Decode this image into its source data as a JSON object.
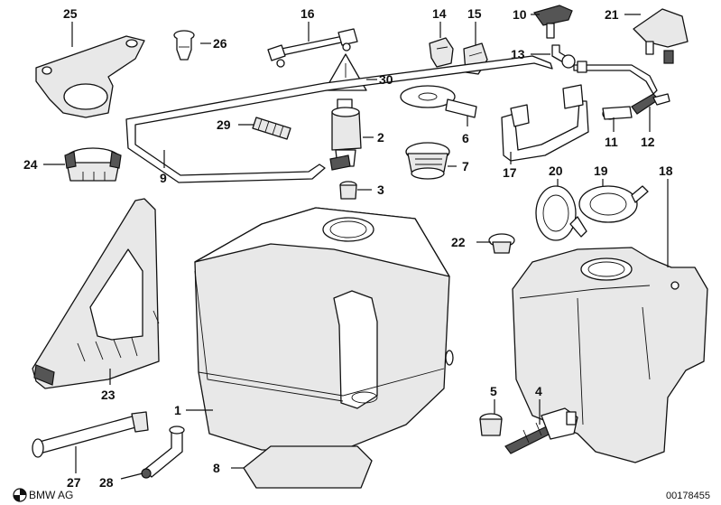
{
  "labels": {
    "p1": "1",
    "p2": "2",
    "p3": "3",
    "p4": "4",
    "p5": "5",
    "p6": "6",
    "p7": "7",
    "p8": "8",
    "p9": "9",
    "p10": "10",
    "p11": "11",
    "p12": "12",
    "p13": "13",
    "p14": "14",
    "p15": "15",
    "p16": "16",
    "p17": "17",
    "p18": "18",
    "p19": "19",
    "p20": "20",
    "p21": "21",
    "p22": "22",
    "p23": "23",
    "p24": "24",
    "p25": "25",
    "p26": "26",
    "p27": "27",
    "p28": "28",
    "p29": "29",
    "p30": "30"
  },
  "footer": {
    "brand": "BMW AG",
    "drawing_number": "00178455"
  },
  "icons": [
    "bmw-roundel-icon"
  ]
}
